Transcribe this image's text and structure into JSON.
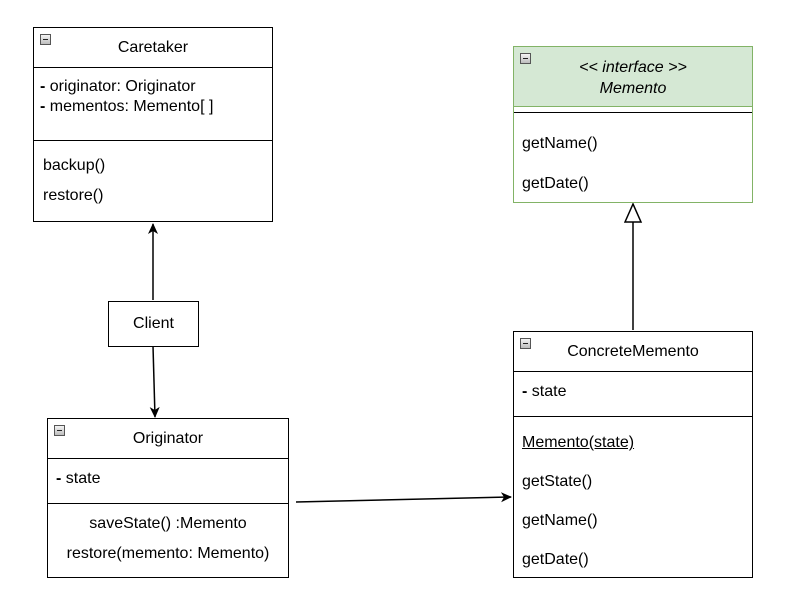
{
  "caretaker": {
    "name": "Caretaker",
    "fields": [
      "originator: Originator",
      "mementos: Memento[ ]"
    ],
    "methods": [
      "backup()",
      "restore()"
    ]
  },
  "memento": {
    "stereotype": "<< interface >>",
    "name": "Memento",
    "methods": [
      "getName()",
      "getDate()"
    ],
    "header_fill": "#d5e8d4",
    "border_color": "#82b366"
  },
  "client": {
    "name": "Client"
  },
  "concrete_memento": {
    "name": "ConcreteMemento",
    "fields": [
      "state"
    ],
    "methods": [
      "Memento(state)",
      "getState()",
      "getName()",
      "getDate()"
    ]
  },
  "originator": {
    "name": "Originator",
    "fields": [
      "state"
    ],
    "methods": [
      "saveState() :Memento",
      "restore(memento: Memento)"
    ]
  },
  "field_prefix": "-",
  "icons": {
    "collapse": "collapse-minus-icon"
  }
}
